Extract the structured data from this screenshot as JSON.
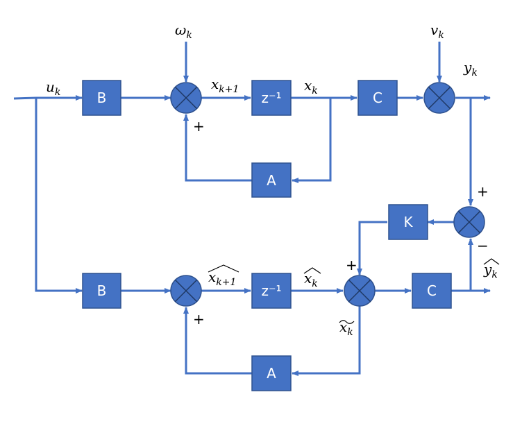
{
  "blocks": {
    "b_top": "B",
    "delay_top": "z⁻¹",
    "c_top": "C",
    "a_top": "A",
    "k_gain": "K",
    "b_bottom": "B",
    "delay_bottom": "z⁻¹",
    "c_bottom": "C",
    "a_bottom": "A"
  },
  "signals": {
    "input": "u",
    "input_sub": "k",
    "process_noise": "ω",
    "process_noise_sub": "k",
    "measurement_noise": "v",
    "measurement_noise_sub": "k",
    "output": "y",
    "output_sub": "k",
    "next_state": "x",
    "next_state_sub": "k+1",
    "state": "x",
    "state_sub": "k",
    "est_next_state": "x",
    "est_next_state_sub": "k+1",
    "est_state": "x",
    "est_state_sub": "k",
    "error_state": "x",
    "error_state_sub": "k",
    "est_output": "y",
    "est_output_sub": "k"
  },
  "signs": {
    "top_sum_feedback": "+",
    "residual_plus": "+",
    "residual_minus": "−",
    "correction_plus": "+",
    "bottom_sum_feedback": "+"
  }
}
